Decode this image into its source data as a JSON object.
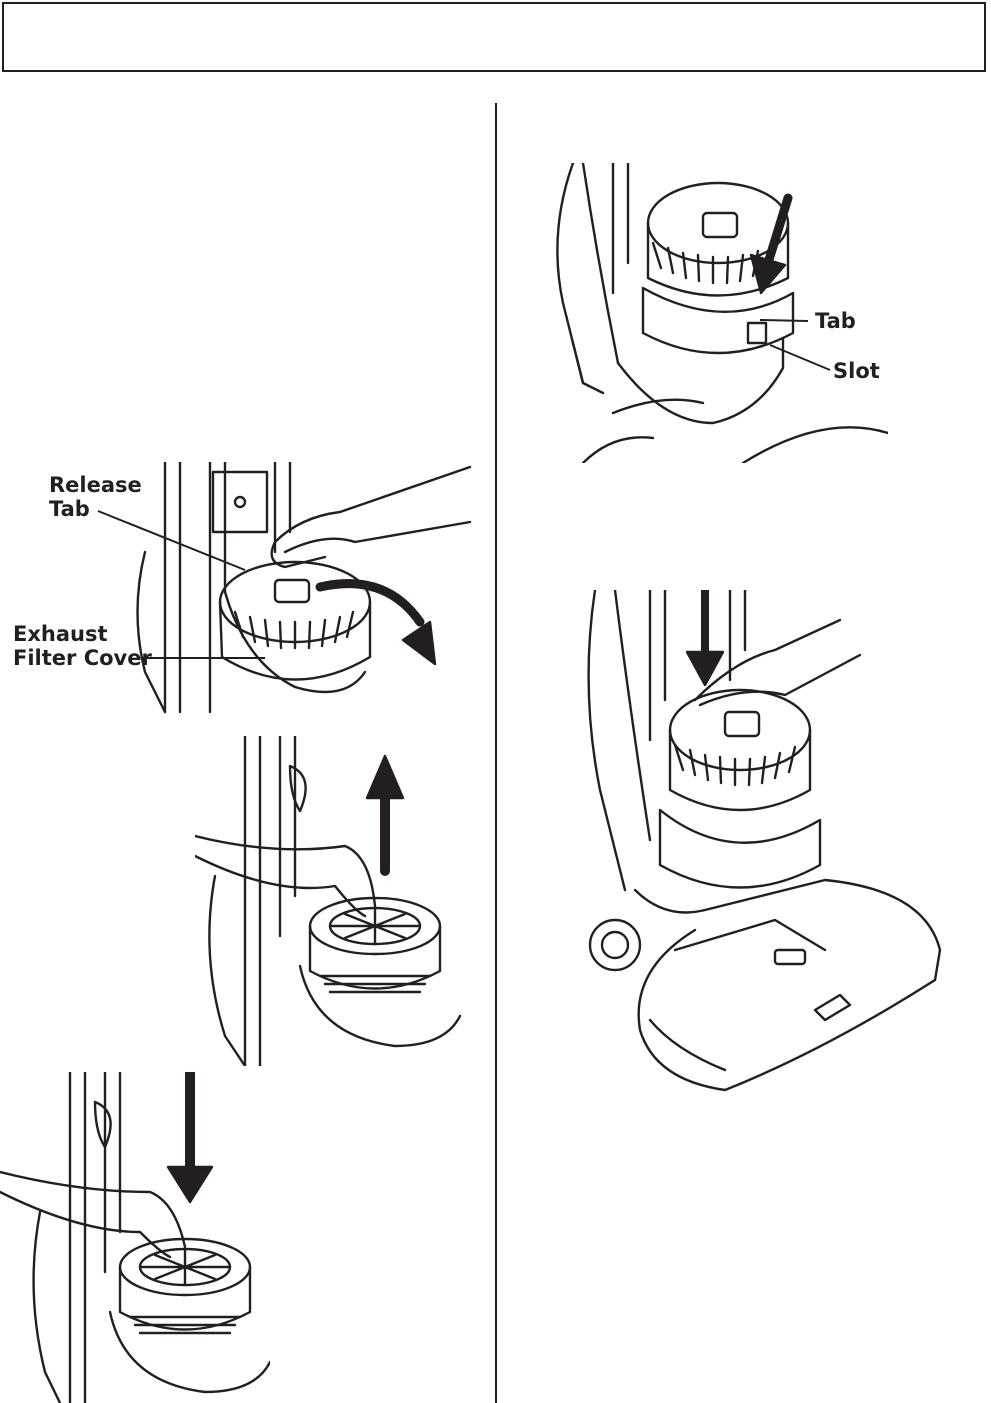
{
  "callouts": {
    "release_tab_line1": "Release",
    "release_tab_line2": "Tab",
    "exhaust_line1": "Exhaust",
    "exhaust_line2": "Filter Cover",
    "tab": "Tab",
    "slot": "Slot"
  },
  "colors": {
    "ink": "#231f20",
    "paper": "#ffffff"
  }
}
